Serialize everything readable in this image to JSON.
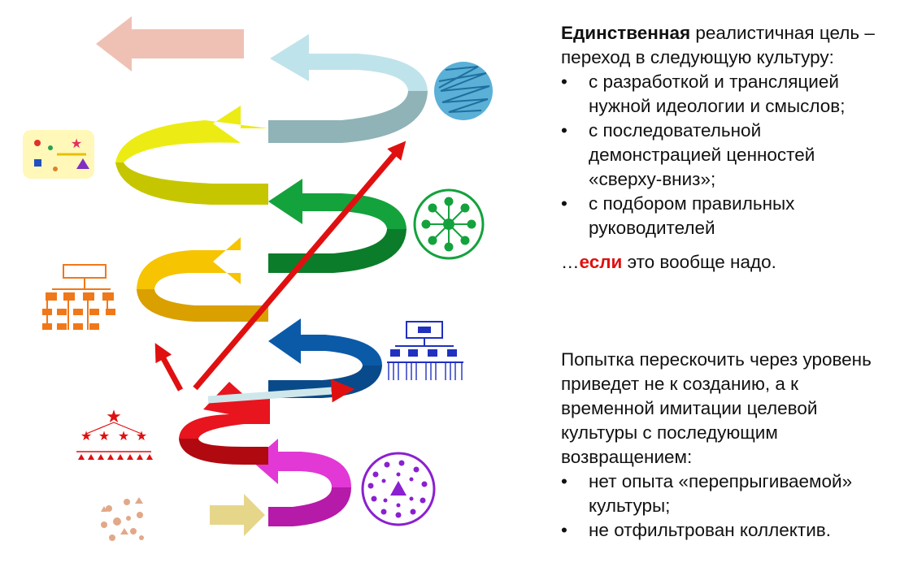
{
  "colors": {
    "accent_red": "#e01010",
    "spiral": [
      "#e238d6",
      "#e8141e",
      "#0b5aa8",
      "#f6c400",
      "#14a23c",
      "#ecec14",
      "#8fb3b6",
      "#bfe3ea",
      "#efc1b5"
    ]
  },
  "icons": [
    "scatter-shapes-icon",
    "star-hierarchy-icon",
    "org-chart-orange-icon",
    "scatter-icons-yellow-icon",
    "hub-network-icon",
    "org-chart-blue-icon",
    "circle-shapes-icon",
    "scribble-sphere-icon"
  ],
  "block1": {
    "lead_bold": "Единственная",
    "lead_rest": " реалистичная цель – переход в следующую культуру:",
    "bullets": [
      "с разработкой и трансляцией нужной идеологии и смыслов;",
      "с последовательной демонстрацией ценностей «сверху-вниз»;",
      "с подбором правильных руководителей"
    ],
    "conclusion_prefix": "…",
    "conclusion_em": "если",
    "conclusion_rest": " это вообще надо."
  },
  "block2": {
    "lead": "Попытка перескочить через уровень приведет не к созданию, а к временной имитации целевой культуры с последующим возвращением:",
    "bullets": [
      "нет опыта «перепрыгиваемой» культуры;",
      "не отфильтрован коллектив."
    ]
  }
}
